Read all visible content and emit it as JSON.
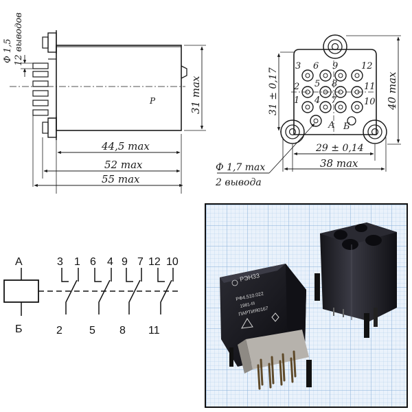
{
  "side_view": {
    "dim_width_inner": "44,5 max",
    "dim_width_mid": "52 max",
    "dim_width_outer": "55 max",
    "dim_height": "31 max",
    "dim_pin_dia": "Ф 1,5",
    "dim_pin_count": "12 выводов",
    "mark": "P"
  },
  "end_view": {
    "pin_numbers": [
      "3",
      "6",
      "9",
      "12",
      "2",
      "5",
      "8",
      "11",
      "1",
      "4",
      "7",
      "10"
    ],
    "letter_a": "А",
    "letter_b": "Б",
    "dim_height_inner": "31 ± 0,17",
    "dim_height_outer": "40 max",
    "dim_spacing": "29 ± 0,14",
    "dim_width": "38 max",
    "dim_mount_dia": "Ф 1,7 max",
    "dim_mount_count": "2 вывода"
  },
  "schematic": {
    "coil_top": "А",
    "coil_bottom": "Б",
    "top_pins": [
      "3",
      "1",
      "6",
      "4",
      "9",
      "7",
      "12",
      "10"
    ],
    "bottom_pins": [
      "2",
      "5",
      "8",
      "11"
    ]
  },
  "photo": {
    "brand": "РЭН33",
    "model": "РФ4.510.022",
    "year": "1981-III",
    "batch": "ПАРТИЯ0167"
  }
}
